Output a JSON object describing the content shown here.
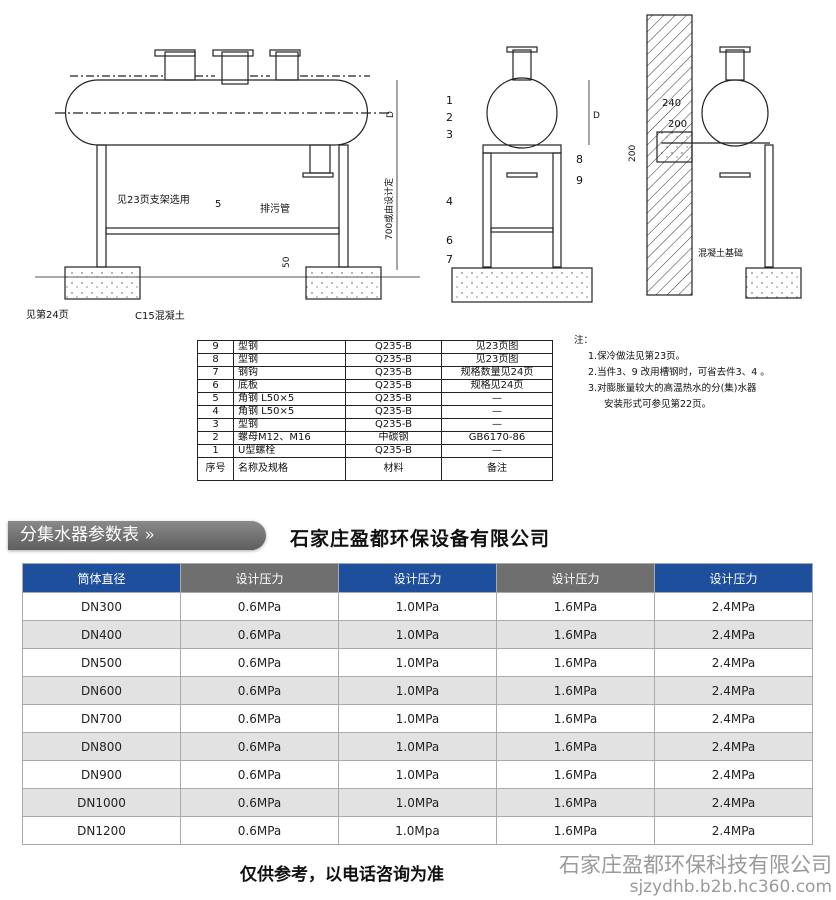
{
  "drawing": {
    "front": {
      "label_support": "见23页支架选用",
      "label_5": "5",
      "label_drain": "排污管",
      "label_height": "700或由设计定",
      "label_50": "50",
      "label_d": "D",
      "label_see24": "见第24页",
      "label_concrete": "C15混凝土"
    },
    "side": {
      "numbers": [
        "1",
        "2",
        "3",
        "4",
        "6",
        "7",
        "8",
        "9"
      ],
      "label_d": "D"
    },
    "wall": {
      "dim_240": "240",
      "dim_200": "200",
      "dim_200v": "200",
      "label_foundation": "混凝土基础"
    }
  },
  "parts_table": {
    "rows": [
      {
        "no": "9",
        "name": "型钢",
        "material": "Q235-B",
        "note": "见23页图"
      },
      {
        "no": "8",
        "name": "型钢",
        "material": "Q235-B",
        "note": "见23页图"
      },
      {
        "no": "7",
        "name": "钢钩",
        "material": "Q235-B",
        "note": "规格数量见24页"
      },
      {
        "no": "6",
        "name": "底板",
        "material": "Q235-B",
        "note": "规格见24页"
      },
      {
        "no": "5",
        "name": "角钢 L50×5",
        "material": "Q235-B",
        "note": "—"
      },
      {
        "no": "4",
        "name": "角钢 L50×5",
        "material": "Q235-B",
        "note": "—"
      },
      {
        "no": "3",
        "name": "型钢",
        "material": "Q235-B",
        "note": "—"
      },
      {
        "no": "2",
        "name": "螺母M12、M16",
        "material": "中碳钢",
        "note": "GB6170-86"
      },
      {
        "no": "1",
        "name": "U型螺栓",
        "material": "Q235-B",
        "note": "—"
      }
    ],
    "header": {
      "no": "序号",
      "name": "名称及规格",
      "material": "材料",
      "note": "备注"
    }
  },
  "notes": {
    "title": "注：",
    "items": [
      "1.保冷做法见第23页。",
      "2.当件3、9 改用槽钢时，可省去件3、4 。",
      "3.对膨胀量较大的高温热水的分(集)水器",
      "安装形式可参见第22页。"
    ]
  },
  "banner": "分集水器参数表 »",
  "company": "石家庄盈都环保设备有限公司",
  "spec_table": {
    "headers": [
      "筒体直径",
      "设计压力",
      "设计压力",
      "设计压力",
      "设计压力"
    ],
    "header_colors": [
      "#1e4f9c",
      "#6f6f6f",
      "#1e4f9c",
      "#6f6f6f",
      "#1e4f9c"
    ],
    "rows": [
      [
        "DN300",
        "0.6MPa",
        "1.0MPa",
        "1.6MPa",
        "2.4MPa"
      ],
      [
        "DN400",
        "0.6MPa",
        "1.0MPa",
        "1.6MPa",
        "2.4MPa"
      ],
      [
        "DN500",
        "0.6MPa",
        "1.0MPa",
        "1.6MPa",
        "2.4MPa"
      ],
      [
        "DN600",
        "0.6MPa",
        "1.0MPa",
        "1.6MPa",
        "2.4MPa"
      ],
      [
        "DN700",
        "0.6MPa",
        "1.0MPa",
        "1.6MPa",
        "2.4MPa"
      ],
      [
        "DN800",
        "0.6MPa",
        "1.0MPa",
        "1.6MPa",
        "2.4MPa"
      ],
      [
        "DN900",
        "0.6MPa",
        "1.0MPa",
        "1.6MPa",
        "2.4MPa"
      ],
      [
        "DN1000",
        "0.6MPa",
        "1.0MPa",
        "1.6MPa",
        "2.4MPa"
      ],
      [
        "DN1200",
        "0.6MPa",
        "1.0Mpa",
        "1.6MPa",
        "2.4MPa"
      ]
    ]
  },
  "footer_note": "仅供参考，以电话咨询为准",
  "watermark": {
    "company": "石家庄盈都环保科技有限公司",
    "url": "sjzydhb.b2b.hc360.com"
  }
}
